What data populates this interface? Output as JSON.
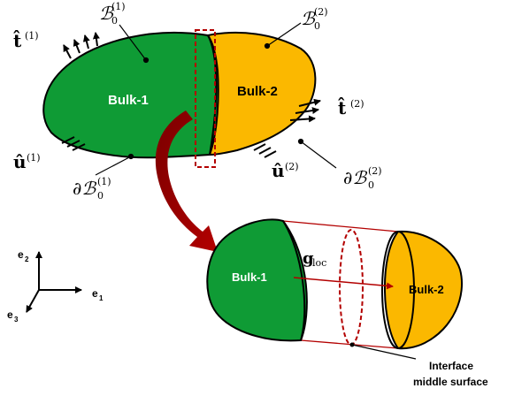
{
  "top": {
    "bulk1_label": "Bulk-1",
    "bulk2_label": "Bulk-2",
    "body1_symbol": "ℬ",
    "body1_sub": "0",
    "body1_sup": "(1)",
    "body2_symbol": "ℬ",
    "body2_sub": "0",
    "body2_sup": "(2)",
    "traction1": "t̂",
    "traction1_sup": "(1)",
    "traction2": "t̂",
    "traction2_sup": "(2)",
    "disp1": "û",
    "disp1_sup": "(1)",
    "disp2": "û",
    "disp2_sup": "(2)",
    "boundary1": "∂ℬ",
    "boundary1_sub": "0",
    "boundary1_sup": "(1)",
    "boundary2": "∂ℬ",
    "boundary2_sub": "0",
    "boundary2_sup": "(2)"
  },
  "axes": {
    "e2": "e",
    "e2_sub": "2",
    "e1": "e",
    "e1_sub": "1",
    "e3": "e",
    "e3_sub": "3"
  },
  "zoom": {
    "bulk1_label": "Bulk-1",
    "bulk2_label": "Bulk-2",
    "gap_vector": "g",
    "gap_vector_sub": "loc",
    "interface_line1": "Interface",
    "interface_line2": "middle surface"
  },
  "colors": {
    "bulk1": "#0f9b35",
    "bulk2": "#fbb800",
    "accent": "#b30000",
    "outline": "#000000"
  }
}
